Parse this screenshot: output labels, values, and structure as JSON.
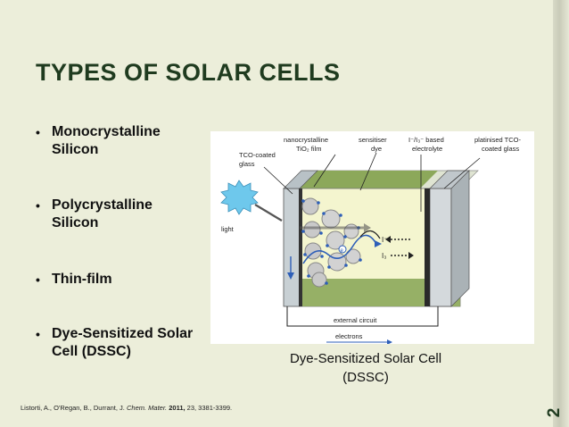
{
  "slide": {
    "title": "TYPES OF SOLAR CELLS",
    "bullets": [
      {
        "line1": "Monocrystalline",
        "line2": "Silicon"
      },
      {
        "line1": "Polycrystalline",
        "line2": "Silicon"
      },
      {
        "line1": "Thin-film",
        "line2": ""
      },
      {
        "line1": "Dye-Sensitized Solar",
        "line2": "Cell (DSSC)"
      }
    ],
    "bullet_symbol": "•",
    "caption_line1": "Dye-Sensitized Solar Cell",
    "caption_line2": "(DSSC)",
    "citation": {
      "authors": "Listorti, A., O'Regan, B., Durrant, J. ",
      "journal": "Chem. Mater.",
      "year": "2011,",
      "pages": " 23, 3381-3399."
    },
    "page_number": "2"
  },
  "diagram": {
    "labels": {
      "tco_glass_1": "TCO-coated",
      "tco_glass_2": "glass",
      "nano_1": "nanocrystalline",
      "nano_2": "TiO₂ film",
      "sens_1": "sensitiser",
      "sens_2": "dye",
      "elec_1": "I⁻/I₃⁻ based",
      "elec_2": "electrolyte",
      "plat_1": "platinised TCO-",
      "plat_2": "coated glass",
      "light": "light",
      "iodide": "I⁻",
      "triiodide": "I₃",
      "electron": "e",
      "external_circuit": "external circuit",
      "electrons": "electrons"
    },
    "colors": {
      "green_band": "#8ca85a",
      "cell_fill": "#f4f5cf",
      "glass": "#c8d0d4",
      "sun": "#6ec8ec",
      "wire": "#3a6fb0"
    }
  }
}
